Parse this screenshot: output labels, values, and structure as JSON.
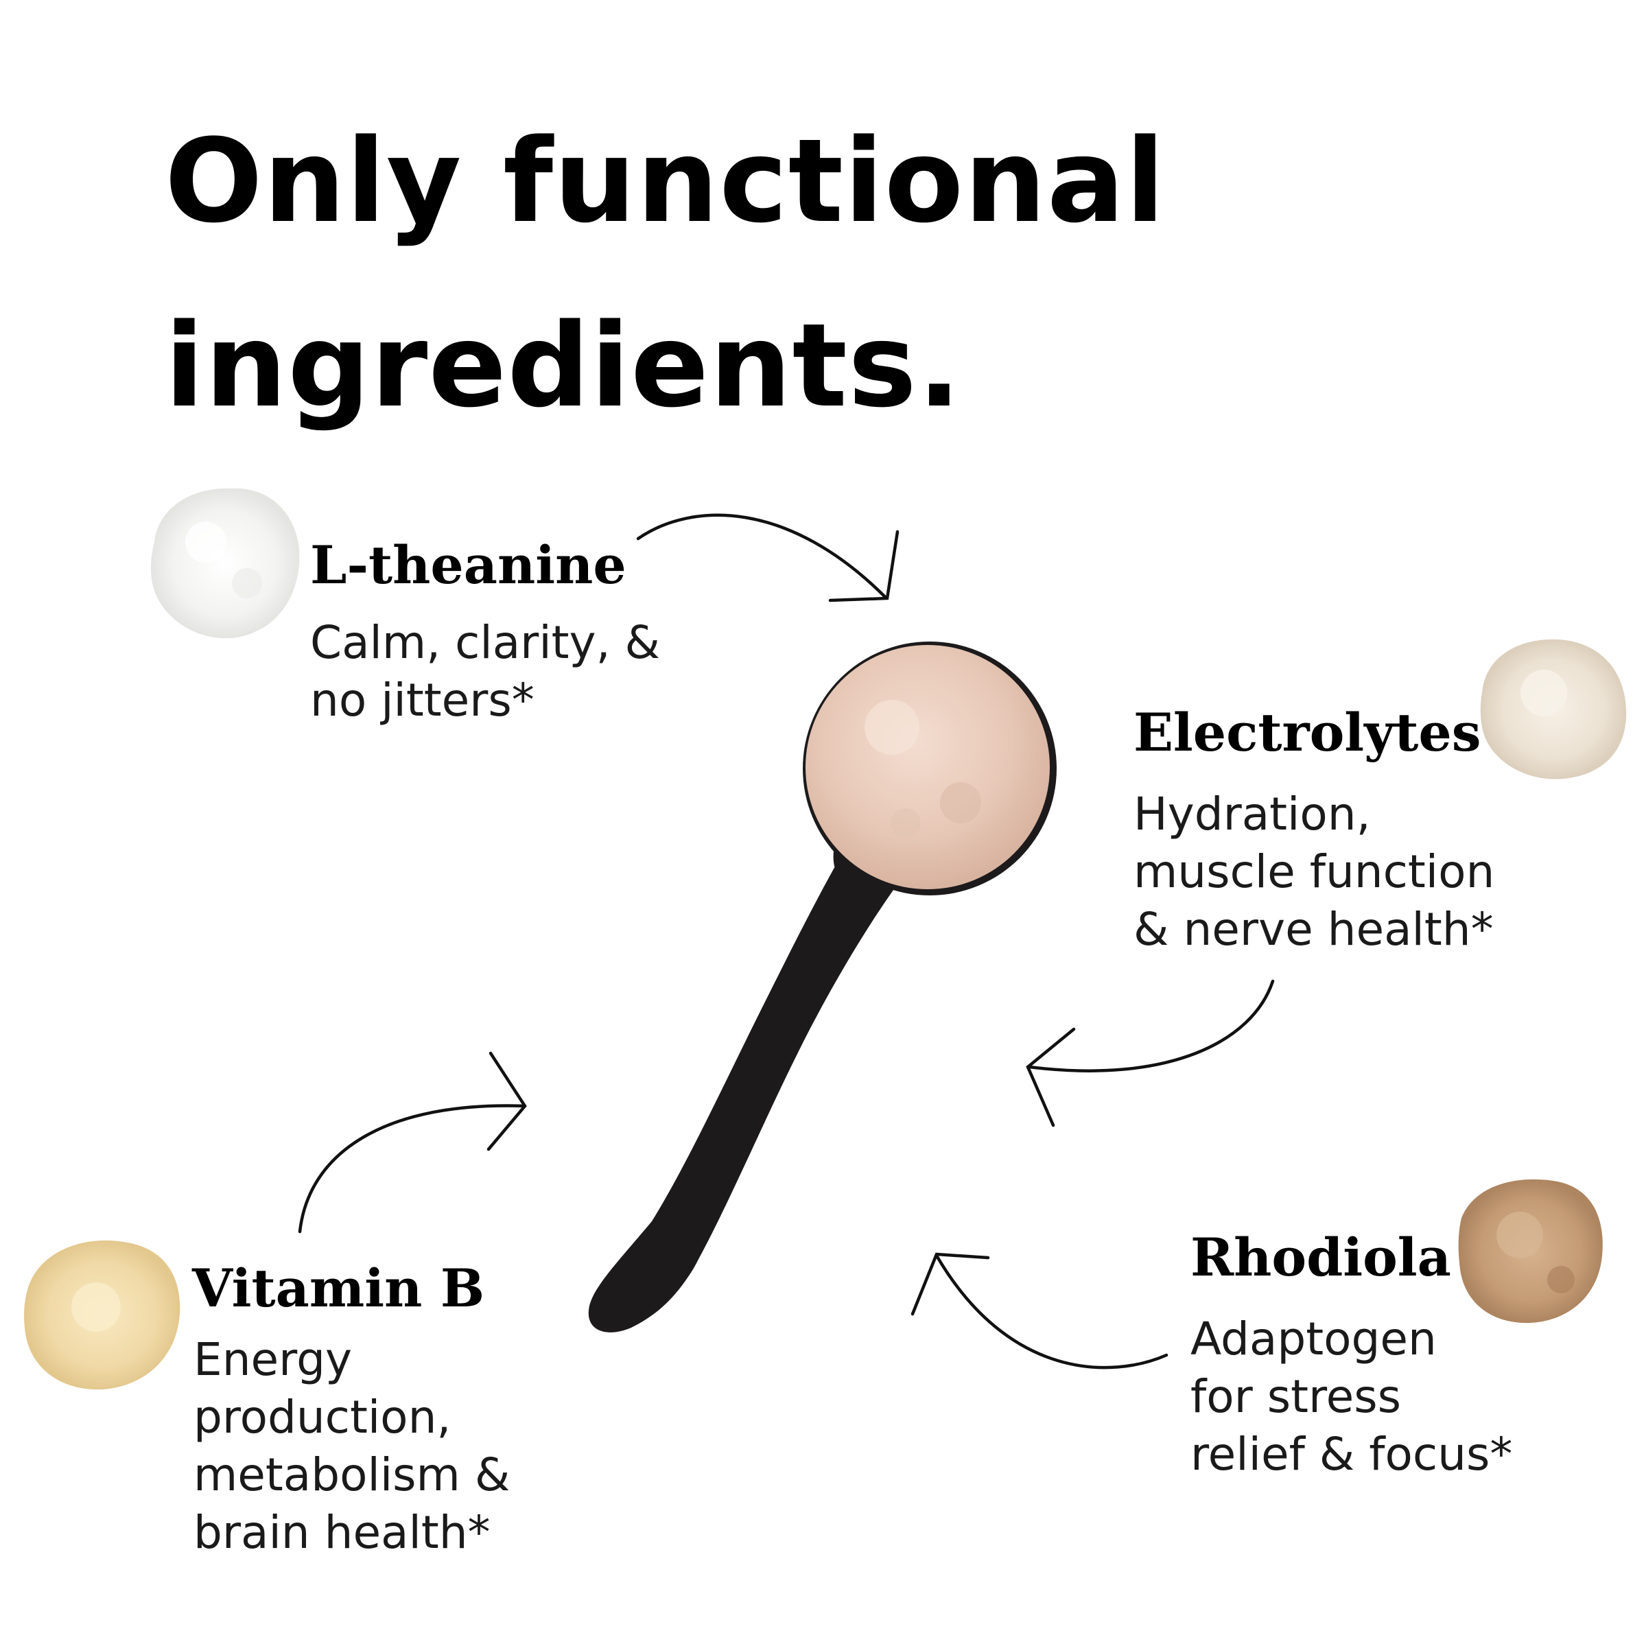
{
  "headline": {
    "line1": "Only functional",
    "line2": "ingredients."
  },
  "ingredients": [
    {
      "name": "L-theanine",
      "desc": [
        "Calm, clarity, &",
        "no jitters*"
      ],
      "powder_color": "#f4f4f2"
    },
    {
      "name": "Electrolytes",
      "desc": [
        "Hydration,",
        "muscle function",
        "& nerve health*"
      ],
      "powder_color": "#eee4d6"
    },
    {
      "name": "Vitamin B",
      "desc": [
        "Energy",
        "production,",
        "metabolism &",
        "brain health*"
      ],
      "powder_color": "#f2deb0"
    },
    {
      "name": "Rhodiola",
      "desc": [
        "Adaptogen",
        "for stress",
        "relief & focus*"
      ],
      "powder_color": "#c9a27c"
    }
  ],
  "scoop": {
    "handle_color": "#1c1a1b",
    "powder_color": "#ecd1c2"
  }
}
